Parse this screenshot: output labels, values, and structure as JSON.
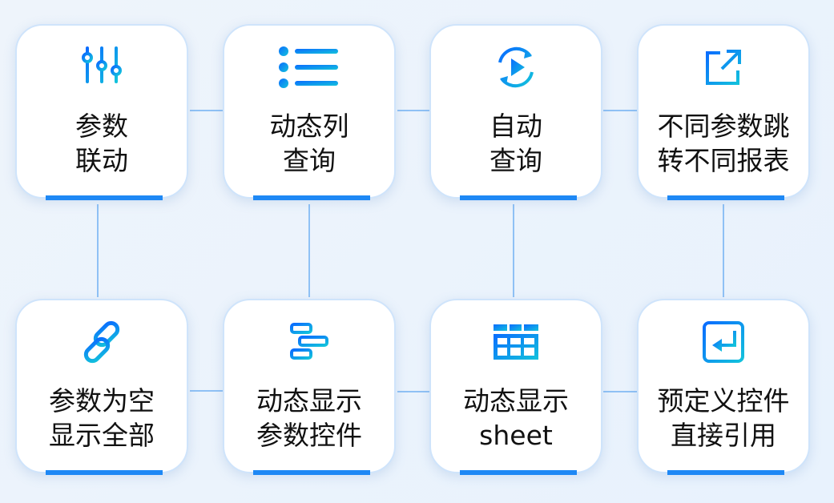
{
  "cards": [
    {
      "line1": "参数",
      "line2": "联动",
      "icon": "sliders-icon"
    },
    {
      "line1": "动态列",
      "line2": "查询",
      "icon": "list-icon"
    },
    {
      "line1": "自动",
      "line2": "查询",
      "icon": "auto-play-icon"
    },
    {
      "line1": "不同参数跳",
      "line2": "转不同报表",
      "icon": "external-link-icon"
    },
    {
      "line1": "参数为空",
      "line2": "显示全部",
      "icon": "link-icon"
    },
    {
      "line1": "动态显示",
      "line2": "参数控件",
      "icon": "widget-icon"
    },
    {
      "line1": "动态显示",
      "line2": "sheet",
      "icon": "table-icon"
    },
    {
      "line1": "预定义控件",
      "line2": "直接引用",
      "icon": "enter-icon"
    }
  ],
  "colors": {
    "accent": "#1e88f5",
    "gradient_start": "#0a6cff",
    "gradient_end": "#12c2dc"
  }
}
